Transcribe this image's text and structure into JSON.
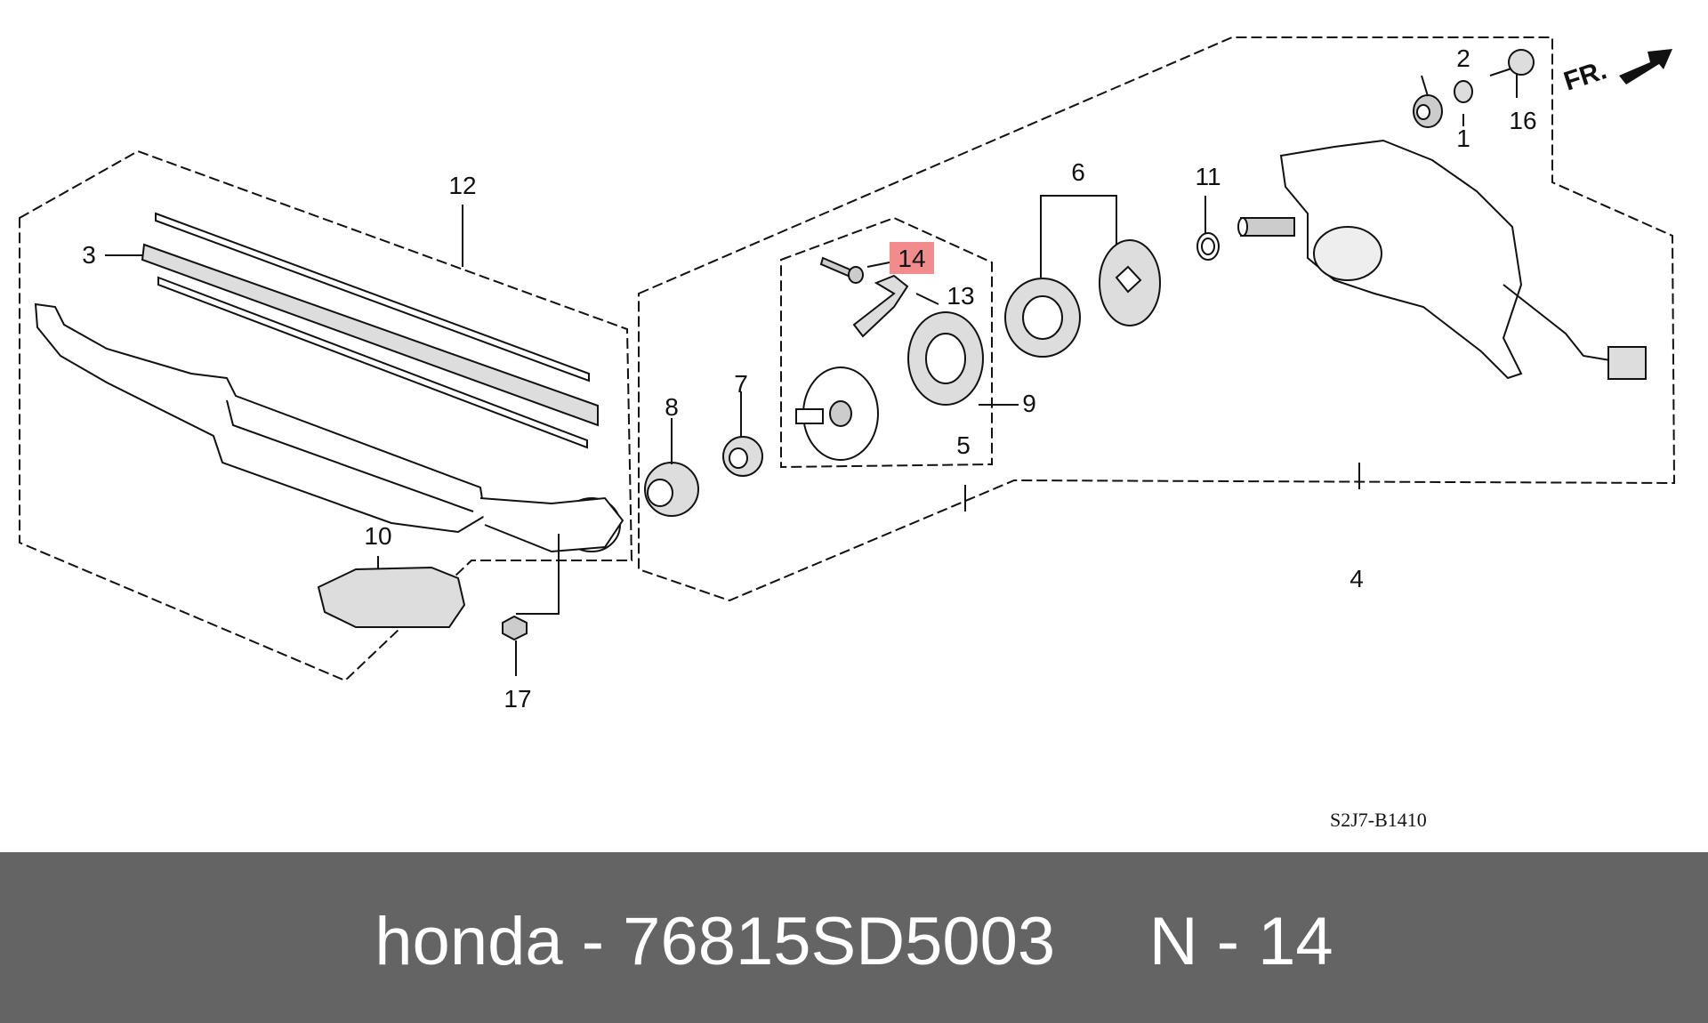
{
  "diagram": {
    "callouts": {
      "c1": "1",
      "c2": "2",
      "c3": "3",
      "c4": "4",
      "c5": "5",
      "c6": "6",
      "c7": "7",
      "c8": "8",
      "c9": "9",
      "c10": "10",
      "c11": "11",
      "c12": "12",
      "c13": "13",
      "c14": "14",
      "c16": "16",
      "c17": "17"
    },
    "highlighted_callout": "14",
    "highlight_color": "#f28b8b",
    "direction_label": "FR.",
    "drawing_code": "S2J7-B1410"
  },
  "footer": {
    "brand": "honda",
    "separator": " - ",
    "part_number": "76815SD5003",
    "position": "N - 14",
    "background_color": "#646464"
  }
}
